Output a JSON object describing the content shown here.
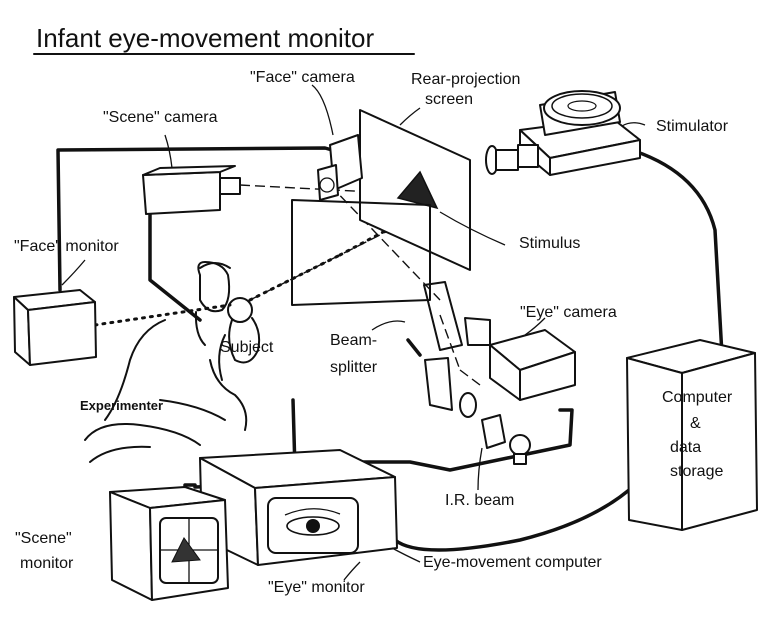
{
  "title": "Infant eye-movement monitor",
  "labels": {
    "face_camera": "\"Face\" camera",
    "rear_projection_1": "Rear-projection",
    "rear_projection_2": "screen",
    "scene_camera": "\"Scene\" camera",
    "stimulator": "Stimulator",
    "face_monitor": "\"Face\" monitor",
    "stimulus": "Stimulus",
    "eye_camera": "\"Eye\" camera",
    "subject": "Subject",
    "beam_splitter_1": "Beam-",
    "beam_splitter_2": "splitter",
    "experimenter": "Experimenter",
    "computer_1": "Computer",
    "computer_2": "&",
    "computer_3": "data",
    "computer_4": "storage",
    "ir_beam": "I.R. beam",
    "scene_monitor_1": "\"Scene\"",
    "scene_monitor_2": "monitor",
    "eye_monitor": "\"Eye\" monitor",
    "eye_movement_computer": "Eye-movement computer"
  }
}
